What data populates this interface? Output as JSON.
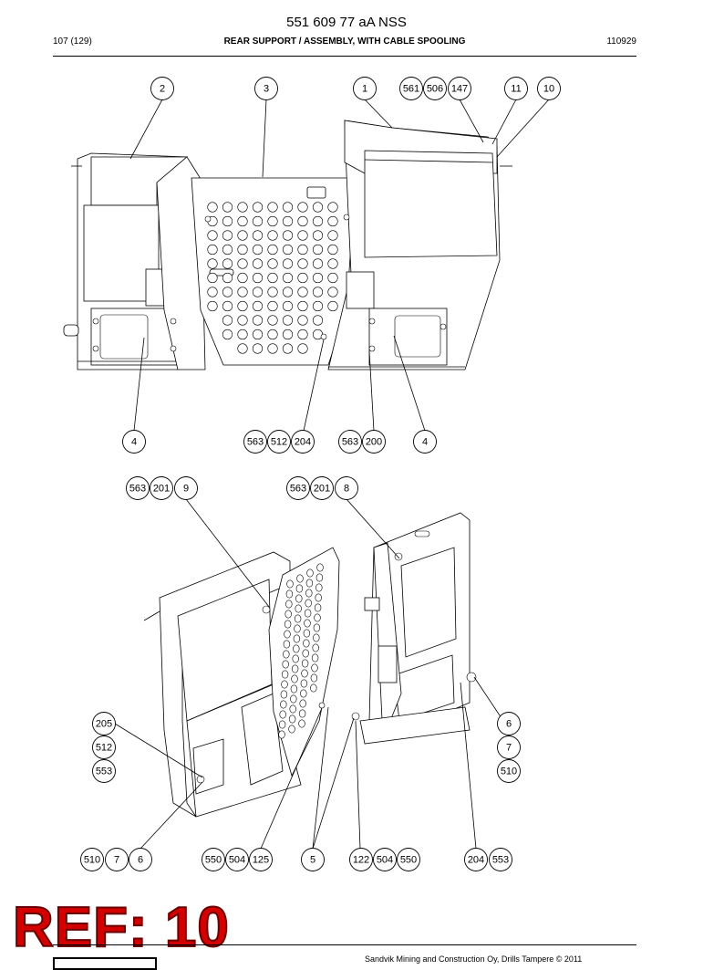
{
  "header": {
    "doc_number": "551 609 77 aA NSS",
    "page": "107 (129)",
    "title": "REAR SUPPORT / ASSEMBLY, WITH CABLE SPOOLING",
    "date": "110929"
  },
  "callouts_top": [
    {
      "label": "2"
    },
    {
      "label": "3"
    },
    {
      "label": "1"
    },
    {
      "label": "561"
    },
    {
      "label": "506"
    },
    {
      "label": "147"
    },
    {
      "label": "11"
    },
    {
      "label": "10"
    },
    {
      "label": "4"
    },
    {
      "label": "563"
    },
    {
      "label": "512"
    },
    {
      "label": "204"
    },
    {
      "label": "563"
    },
    {
      "label": "200"
    },
    {
      "label": "4"
    }
  ],
  "callouts_bottom": [
    {
      "label": "563"
    },
    {
      "label": "201"
    },
    {
      "label": "9"
    },
    {
      "label": "563"
    },
    {
      "label": "201"
    },
    {
      "label": "8"
    },
    {
      "label": "205"
    },
    {
      "label": "512"
    },
    {
      "label": "553"
    },
    {
      "label": "6"
    },
    {
      "label": "7"
    },
    {
      "label": "510"
    },
    {
      "label": "510"
    },
    {
      "label": "7"
    },
    {
      "label": "6"
    },
    {
      "label": "550"
    },
    {
      "label": "504"
    },
    {
      "label": "125"
    },
    {
      "label": "5"
    },
    {
      "label": "122"
    },
    {
      "label": "504"
    },
    {
      "label": "550"
    },
    {
      "label": "204"
    },
    {
      "label": "553"
    }
  ],
  "stamp": {
    "text": "REF: 10"
  },
  "footer": {
    "text": "Sandvik Mining and Construction Oy, Drills Tampere © 2011"
  }
}
